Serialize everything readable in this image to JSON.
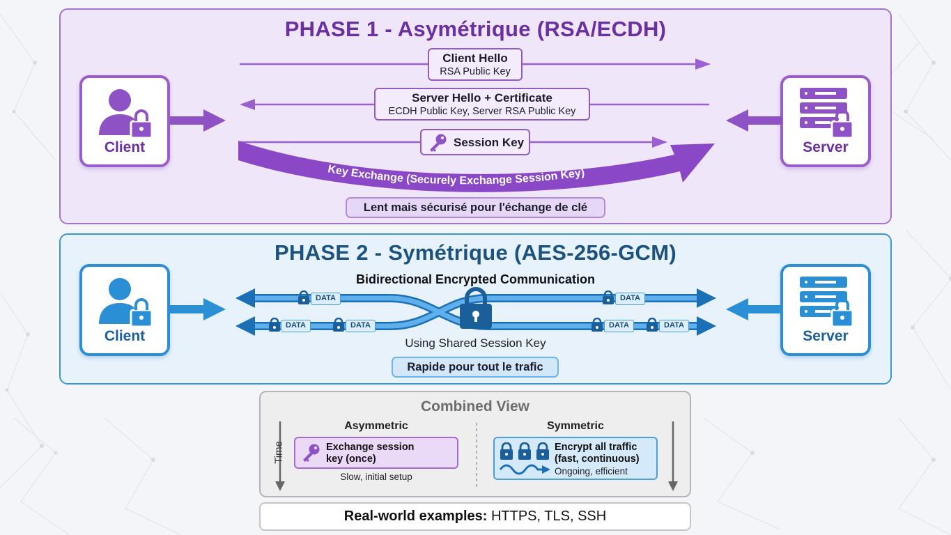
{
  "phase1": {
    "title": "PHASE 1 - Asymétrique (RSA/ECDH)",
    "client_label": "Client",
    "server_label": "Server",
    "msg_client_hello_title": "Client Hello",
    "msg_client_hello_sub": "RSA Public Key",
    "msg_server_hello_title": "Server Hello + Certificate",
    "msg_server_hello_sub": "ECDH Public Key, Server RSA Public Key",
    "msg_session_key": "Session Key",
    "key_exchange_label": "Key Exchange (Securely Exchange Session Key)",
    "note": "Lent mais sécurisé pour l'échange de clé"
  },
  "phase2": {
    "title": "PHASE 2 - Symétrique (AES-256-GCM)",
    "client_label": "Client",
    "server_label": "Server",
    "flow_title": "Bidirectional Encrypted Communication",
    "data_tag": "DATA",
    "shared_key_label": "Using Shared Session Key",
    "note": "Rapide pour tout le trafic"
  },
  "combined": {
    "title": "Combined View",
    "time_label": "Time",
    "asym_heading": "Asymmetric",
    "asym_card_line1": "Exchange session",
    "asym_card_line2": "key (once)",
    "asym_caption": "Slow, initial setup",
    "sym_heading": "Symmetric",
    "sym_card_line1": "Encrypt all traffic",
    "sym_card_line2": "(fast, continuous)",
    "sym_caption": "Ongoing, efficient"
  },
  "realworld": {
    "label": "Real-world examples:",
    "value": "HTTPS, TLS, SSH"
  },
  "colors": {
    "phase1_accent": "#8e52c4",
    "phase2_accent": "#2b8fd6"
  },
  "icons": [
    "user-lock-icon",
    "server-lock-icon",
    "key-icon",
    "padlock-icon",
    "wave-icon",
    "arrow-icon"
  ]
}
